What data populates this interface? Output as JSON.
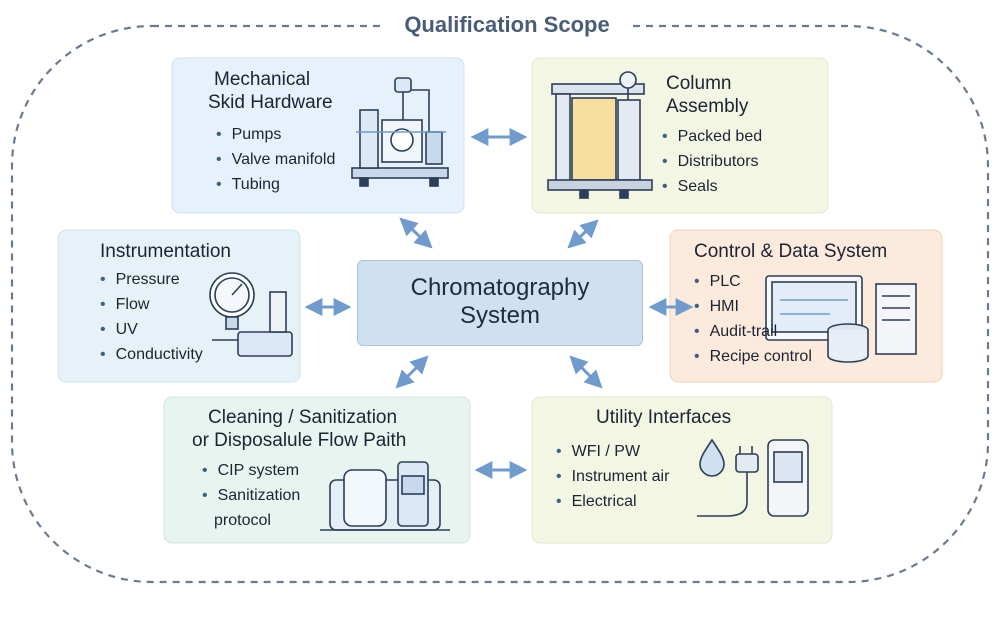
{
  "title": "Qualification Scope",
  "center": {
    "line1": "Chromatography",
    "line2": "System"
  },
  "nodes": {
    "mechanical": {
      "title1": "Mechanical",
      "title2": "Skid Hardware",
      "items": [
        "Pumps",
        "Valve manifold",
        "Tubing"
      ]
    },
    "column": {
      "title1": "Column",
      "title2": "Assembly",
      "items": [
        "Packed bed",
        "Distributors",
        "Seals"
      ]
    },
    "instrumentation": {
      "title": "Instrumentation",
      "items": [
        "Pressure",
        "Flow",
        "UV",
        "Conductivity"
      ]
    },
    "control": {
      "title": "Control & Data System",
      "items": [
        "PLC",
        "HMI",
        "Audit-trail",
        "Recipe control"
      ]
    },
    "cleaning": {
      "title1": "Cleaning / Sanitization",
      "title2": "or Disposalule Flow Paith",
      "items": [
        "CIP system",
        "Sanitization",
        "protocol"
      ]
    },
    "utility": {
      "title": "Utility Interfaces",
      "items": [
        "WFI / PW",
        "Instrument air",
        "Electrical"
      ]
    }
  },
  "colors": {
    "blue_panel": "#e8f2fb",
    "green_panel": "#f3f6e4",
    "orange_panel": "#fcecdd",
    "green_blue_panel": "#eaf4ee",
    "center": "#cfe0f1",
    "arrow": "#6f9ccc",
    "outline": "#6c7a8d"
  }
}
